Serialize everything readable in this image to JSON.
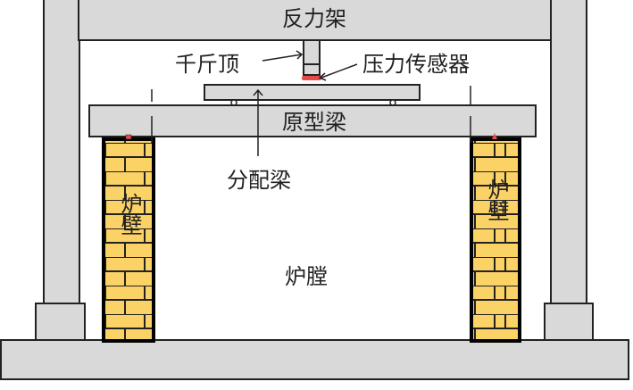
{
  "labels": {
    "reaction_frame": "反力架",
    "jack": "千斤顶",
    "load_cell": "压力传感器",
    "prototype_beam": "原型梁",
    "distribution_beam": "分配梁",
    "furnace_wall_left": "炉壁",
    "furnace_wall_right": "炉壁",
    "furnace_chamber": "炉膛"
  },
  "colors": {
    "concrete": "#d9d9d9",
    "brick": "#fbd266",
    "sensor": "#e84a4a",
    "outline": "#222222"
  }
}
